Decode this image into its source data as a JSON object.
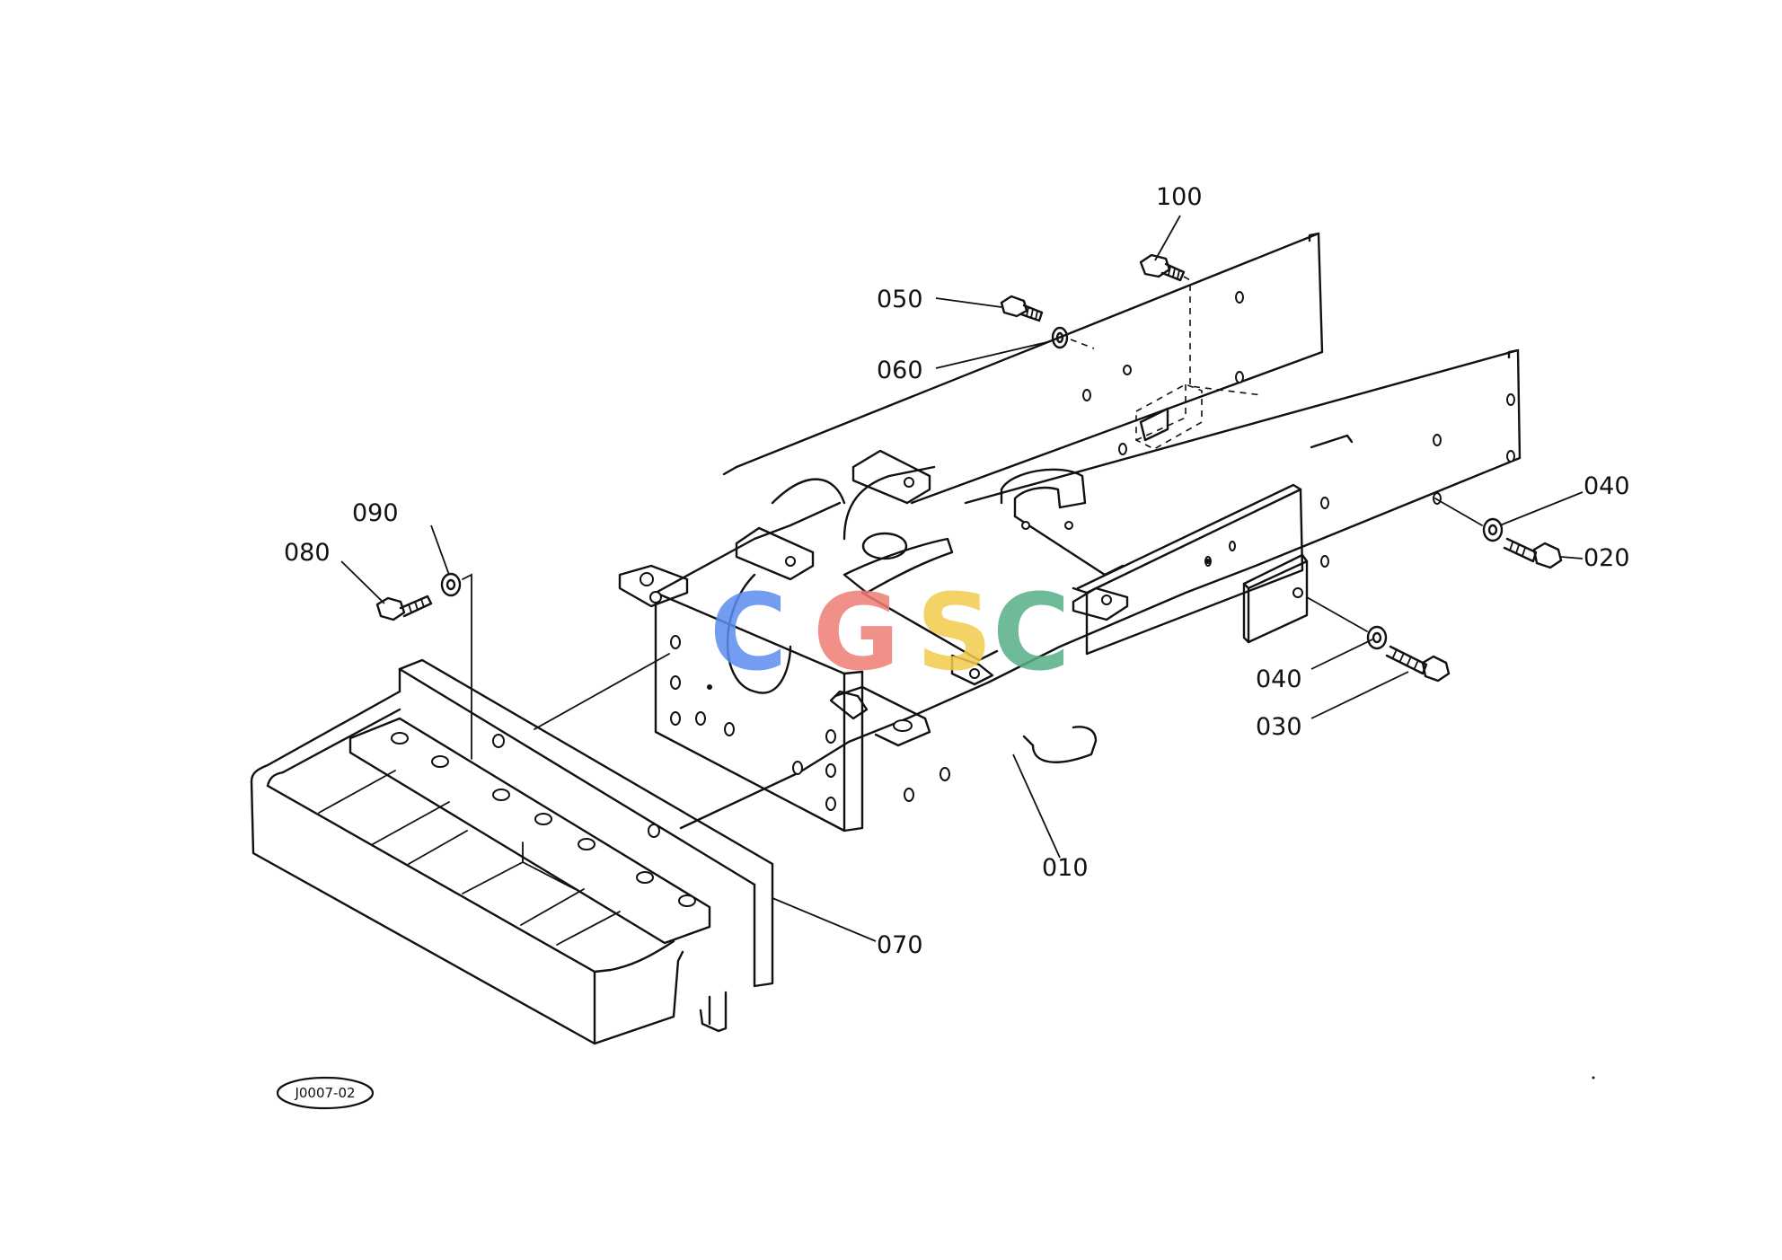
{
  "callouts": [
    {
      "id": "010",
      "text": "010"
    },
    {
      "id": "020",
      "text": "020"
    },
    {
      "id": "030",
      "text": "030"
    },
    {
      "id": "040a",
      "text": "040"
    },
    {
      "id": "040b",
      "text": "040"
    },
    {
      "id": "050",
      "text": "050"
    },
    {
      "id": "060",
      "text": "060"
    },
    {
      "id": "070",
      "text": "070"
    },
    {
      "id": "080",
      "text": "080"
    },
    {
      "id": "090",
      "text": "090"
    },
    {
      "id": "100",
      "text": "100"
    }
  ],
  "diagram_code": "J0007-02",
  "watermark": {
    "letters": [
      {
        "char": "C",
        "color": "#5b8def"
      },
      {
        "char": "G",
        "color": "#ee7d74"
      },
      {
        "char": "S",
        "color": "#f2cc4c"
      },
      {
        "char": "C",
        "color": "#57b088"
      }
    ]
  }
}
